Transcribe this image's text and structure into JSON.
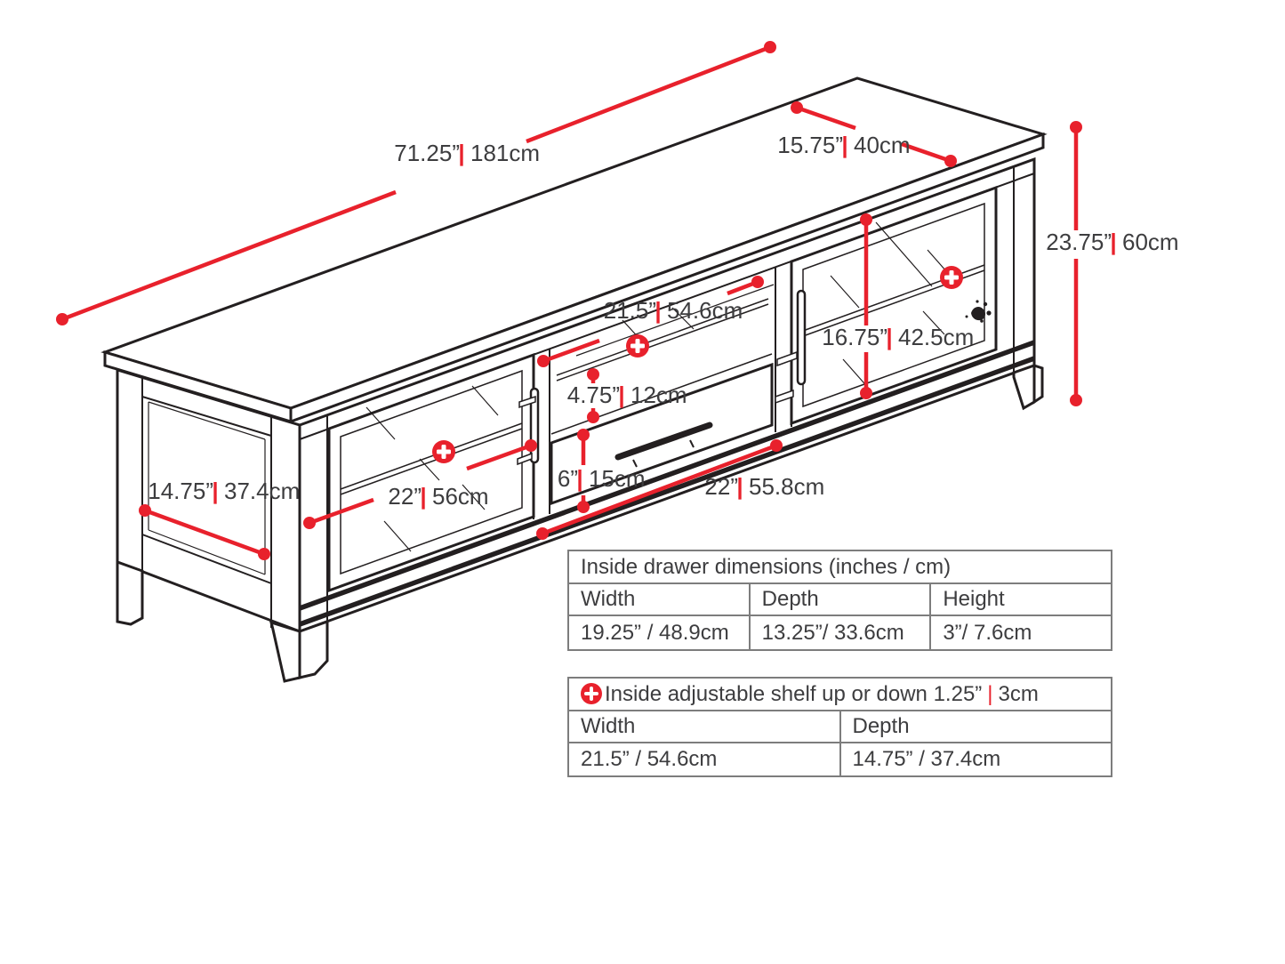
{
  "separator": "|",
  "colors": {
    "accent": "#e8212c",
    "line": "#231f20",
    "text": "#3d3d3f",
    "table_border": "#7d7d7d"
  },
  "dims": {
    "top_length": {
      "in": "71.25”",
      "cm": "181cm"
    },
    "top_depth": {
      "in": "15.75”",
      "cm": "40cm"
    },
    "overall_height": {
      "in": "23.75”",
      "cm": "60cm"
    },
    "middle_shelf_width": {
      "in": "21.5”",
      "cm": "54.6cm"
    },
    "right_cabinet_height": {
      "in": "16.75”",
      "cm": "42.5cm"
    },
    "drawer_face_height": {
      "in": "4.75”",
      "cm": "12cm"
    },
    "base_height": {
      "in": "6”",
      "cm": "15cm"
    },
    "left_cabinet_width": {
      "in": "22”",
      "cm": "56cm"
    },
    "drawer_width": {
      "in": "22”",
      "cm": "55.8cm"
    },
    "side_depth": {
      "in": "14.75”",
      "cm": "37.4cm"
    }
  },
  "tables": {
    "drawer": {
      "title": "Inside drawer dimensions (inches / cm)",
      "headers": [
        "Width",
        "Depth",
        "Height"
      ],
      "values": [
        "19.25” / 48.9cm",
        "13.25”/ 33.6cm",
        "3”/ 7.6cm"
      ]
    },
    "shelf": {
      "title": "Inside adjustable shelf up or down 1.25”",
      "title_cm": "3cm",
      "headers": [
        "Width",
        "Depth"
      ],
      "values": [
        "21.5” / 54.6cm",
        "14.75” / 37.4cm"
      ]
    }
  }
}
